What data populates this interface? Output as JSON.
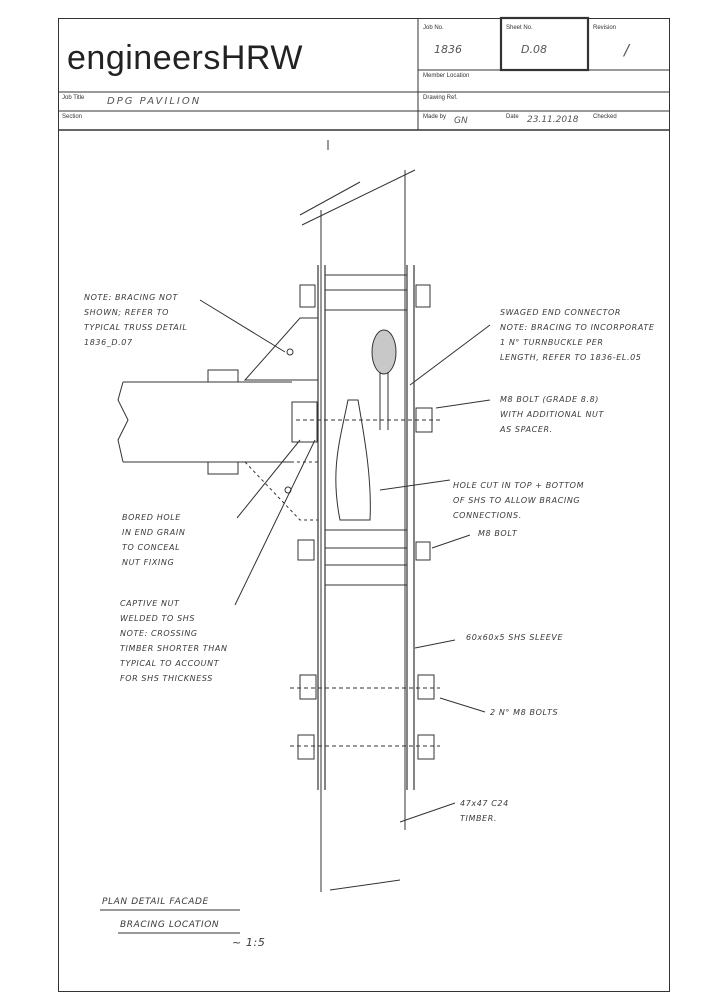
{
  "title_block": {
    "company": "engineersHRW",
    "job_no_label": "Job No.",
    "job_no": "1836",
    "sheet_no_label": "Sheet No.",
    "sheet_no": "D.08",
    "revision_label": "Revision",
    "revision": "/",
    "member_location_label": "Member Location",
    "job_title_label": "Job Title",
    "job_title": "DPG PAVILION",
    "drawing_ref_label": "Drawing Ref.",
    "section_label": "Section",
    "made_by_label": "Made by",
    "made_by": "GN",
    "date_label": "Date",
    "date": "23.11.2018",
    "checked_label": "Checked"
  },
  "notes": {
    "bracing": "NOTE: BRACING NOT\nSHOWN; REFER TO\nTYPICAL TRUSS DETAIL\n1836_D.07",
    "swaged": "SWAGED END CONNECTOR\nNOTE: BRACING TO INCORPORATE\n1 N° TURNBUCKLE PER\nLENGTH, REFER TO 1836-EL.05",
    "m8_bolt_grade": "M8 BOLT (GRADE 8.8)\nWITH ADDITIONAL NUT\nAS SPACER.",
    "bored_hole": "BORED HOLE\nIN END GRAIN\nTO CONCEAL\nNUT FIXING",
    "hole_cut": "HOLE CUT IN TOP + BOTTOM\nOF SHS TO ALLOW BRACING\nCONNECTIONS.",
    "m8_bolt": "M8 BOLT",
    "captive_nut": "CAPTIVE NUT\nWELDED TO SHS\nNOTE: CROSSING\nTIMBER SHORTER THAN\nTYPICAL TO ACCOUNT\nFOR SHS THICKNESS",
    "sleeve": "60x60x5 SHS SLEEVE",
    "two_bolts": "2 N° M8 BOLTS",
    "timber": "47x47 C24\nTIMBER.",
    "plan_title_line1": "PLAN DETAIL FACADE",
    "plan_title_line2": "BRACING LOCATION",
    "scale": "~ 1:5"
  }
}
